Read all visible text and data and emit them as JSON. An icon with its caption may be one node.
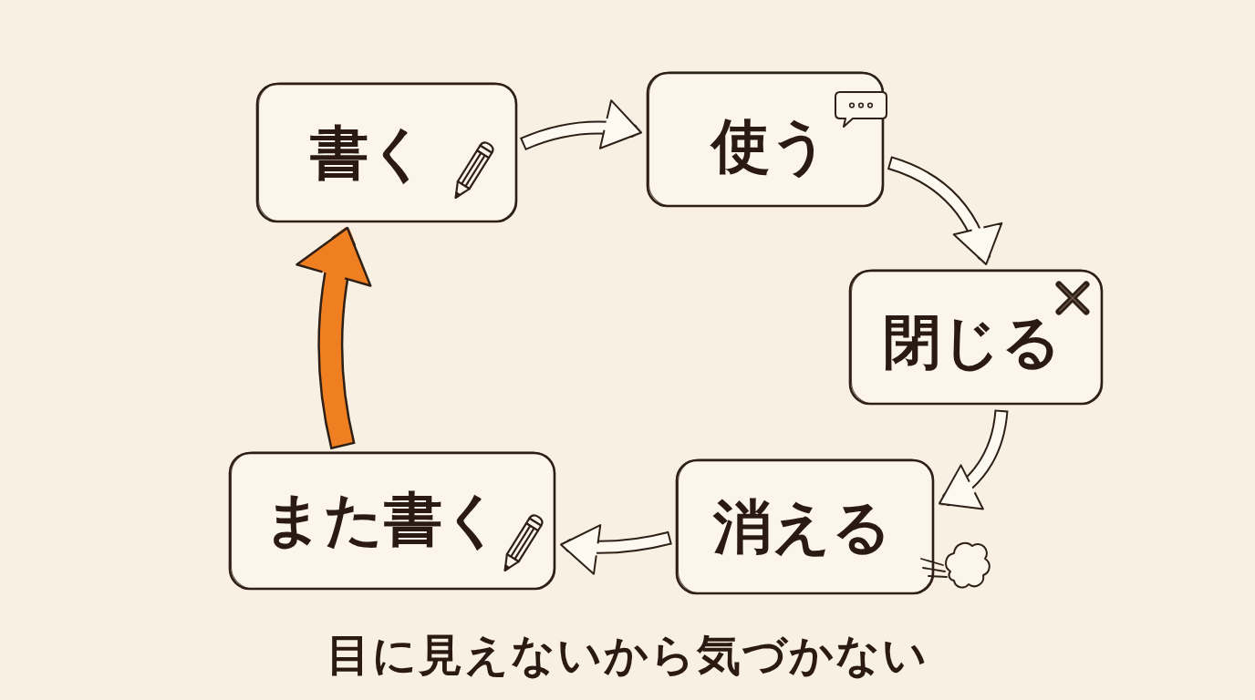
{
  "diagram": {
    "caption": "目に見えないから気づかない",
    "nodes": [
      {
        "text": [
          "書く"
        ]
      },
      {
        "text": [
          "使う"
        ]
      },
      {
        "text": [
          "閉じる"
        ]
      },
      {
        "text": [
          "消える"
        ]
      },
      {
        "text": [
          "また書く"
        ]
      }
    ],
    "edges": [
      {
        "from": 0,
        "to": 1,
        "arrow": "to"
      },
      {
        "from": 1,
        "to": 2,
        "arrow": "to"
      },
      {
        "from": 2,
        "to": 3,
        "arrow": "to"
      },
      {
        "from": 3,
        "to": 4,
        "arrow": "to"
      },
      {
        "from": 4,
        "to": 0,
        "arrow": "to",
        "style": "thick",
        "color": "#f07f22"
      }
    ]
  }
}
